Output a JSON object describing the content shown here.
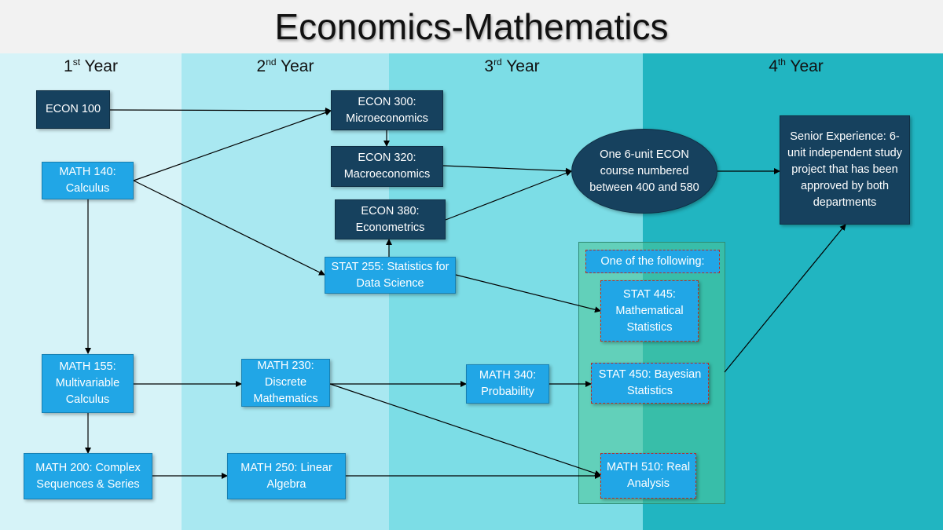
{
  "title": "Economics-Mathematics",
  "columns": [
    {
      "label": "1",
      "sup": "st",
      "rest": " Year"
    },
    {
      "label": "2",
      "sup": "nd",
      "rest": " Year"
    },
    {
      "label": "3",
      "sup": "rd",
      "rest": " Year"
    },
    {
      "label": "4",
      "sup": "th",
      "rest": " Year"
    }
  ],
  "courses": {
    "econ100": "ECON 100",
    "math140": "MATH 140: Calculus",
    "math155": "MATH 155: Multivariable Calculus",
    "math200": "MATH 200: Complex Sequences  & Series",
    "econ300": "ECON 300: Microeconomics",
    "econ320": "ECON 320: Macroeconomics",
    "econ380": "ECON 380: Econometrics",
    "stat255": "STAT 255: Statistics for Data Science",
    "math230": "MATH 230: Discrete Mathematics",
    "math250": "MATH 250: Linear Algebra",
    "econ_elective": "One 6-unit ECON course numbered between 400 and 580",
    "math340": "MATH 340: Probability",
    "one_of": "One of the following:",
    "stat445": "STAT 445: Mathematical Statistics",
    "stat450": "STAT 450: Bayesian Statistics",
    "math510": "MATH 510: Real Analysis",
    "senior": "Senior Experience: 6-unit independent study project that has been approved by both departments"
  },
  "colors": {
    "dark_box": "#16415e",
    "blue_box": "#21a6e6",
    "year1": "#d6f3f8",
    "year2": "#a9e8f1",
    "year3": "#7cdde6",
    "year4": "#21b5c1",
    "option_group": "#4cc496"
  }
}
